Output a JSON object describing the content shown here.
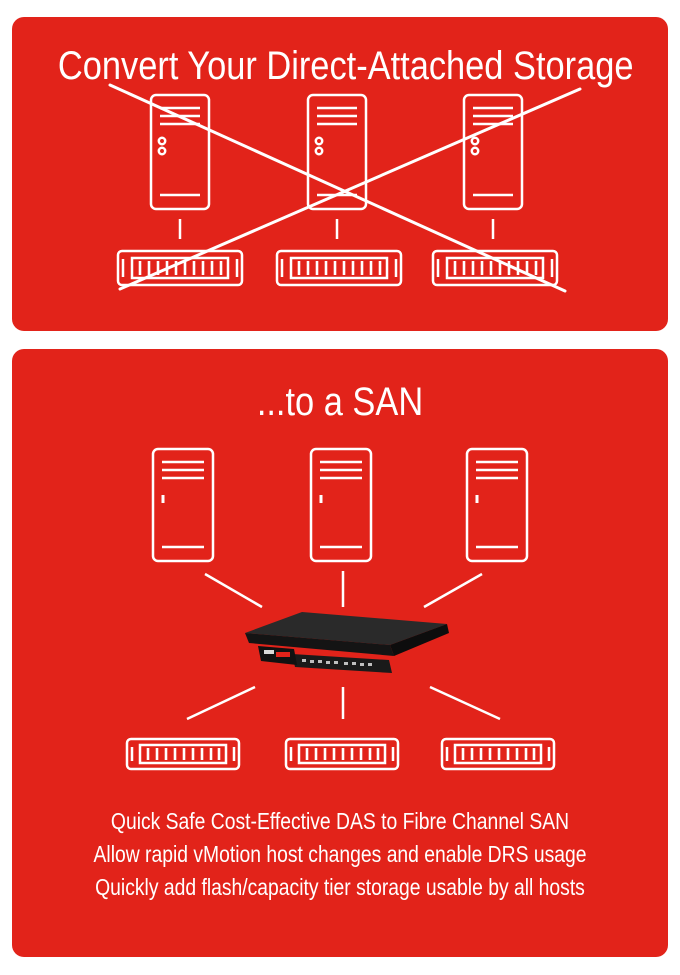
{
  "top_panel": {
    "title": "Convert Your Direct-Attached Storage",
    "servers": [
      "server",
      "server",
      "server"
    ],
    "storage_arrays": [
      "storage-array",
      "storage-array",
      "storage-array"
    ],
    "crossed_out": true
  },
  "bottom_panel": {
    "title": "...to a SAN",
    "servers": [
      "server",
      "server",
      "server"
    ],
    "storage_arrays": [
      "storage-array",
      "storage-array",
      "storage-array"
    ],
    "appliance": "san-appliance",
    "captions": [
      "Quick Safe Cost-Effective DAS to Fibre Channel SAN",
      "Allow rapid vMotion host changes and enable DRS usage",
      "Quickly add flash/capacity tier storage usable by all hosts"
    ]
  },
  "colors": {
    "panel_red": "#e2231a",
    "line_white": "#ffffff",
    "appliance_dark": "#1c1c1c"
  }
}
